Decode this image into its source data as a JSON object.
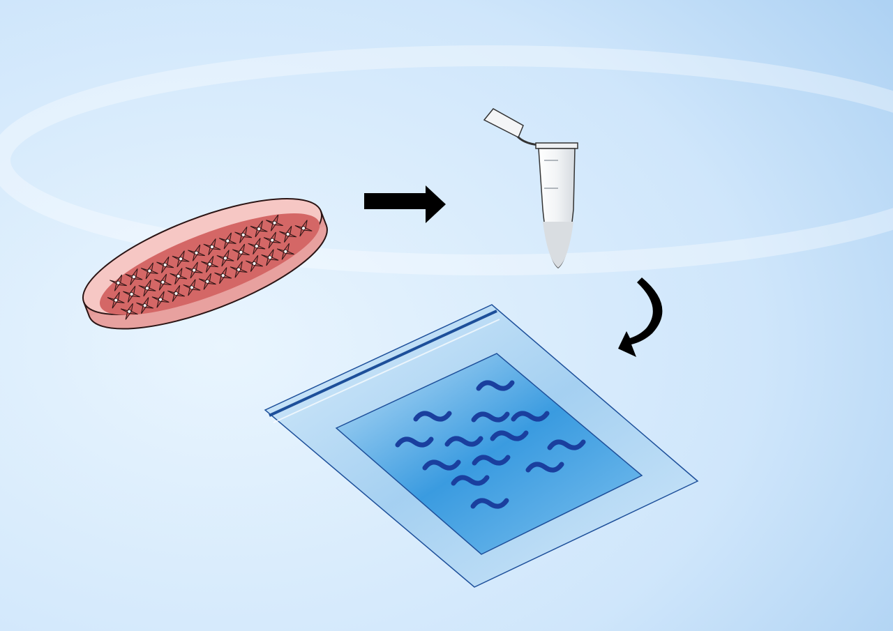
{
  "illustration": {
    "steps": [
      "petri-dish-cell-culture",
      "microcentrifuge-tube",
      "gel-in-bag"
    ],
    "icons": [
      "petri-dish-icon",
      "arrow-right-icon",
      "tube-icon",
      "curved-arrow-icon",
      "gel-bag-icon"
    ],
    "colors": {
      "background_light": "#e4f2fd",
      "background_dark": "#a9d0f2",
      "dish_fill": "#d9706f",
      "dish_rim": "#f6c7c4",
      "arrow": "#000000",
      "gel_blue": "#2b8fd8",
      "band_dark_blue": "#1a3f9e",
      "bag_edge": "#1d4f9a"
    }
  }
}
